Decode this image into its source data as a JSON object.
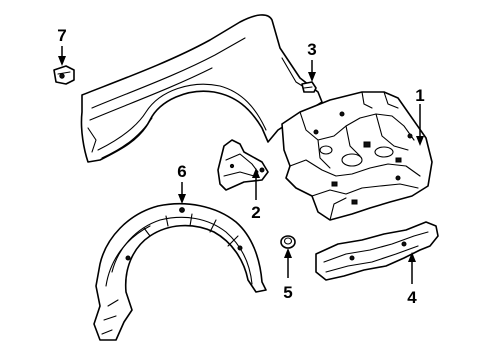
{
  "callouts": {
    "c1": "1",
    "c2": "2",
    "c3": "3",
    "c4": "4",
    "c5": "5",
    "c6": "6",
    "c7": "7"
  },
  "parts": [
    {
      "id": "1",
      "name": "apron-panel-icon"
    },
    {
      "id": "2",
      "name": "bracket-icon"
    },
    {
      "id": "3",
      "name": "clip-icon"
    },
    {
      "id": "4",
      "name": "seal-pad-icon"
    },
    {
      "id": "5",
      "name": "grommet-icon"
    },
    {
      "id": "6",
      "name": "fender-liner-icon"
    },
    {
      "id": "7",
      "name": "retainer-clip-icon"
    }
  ]
}
